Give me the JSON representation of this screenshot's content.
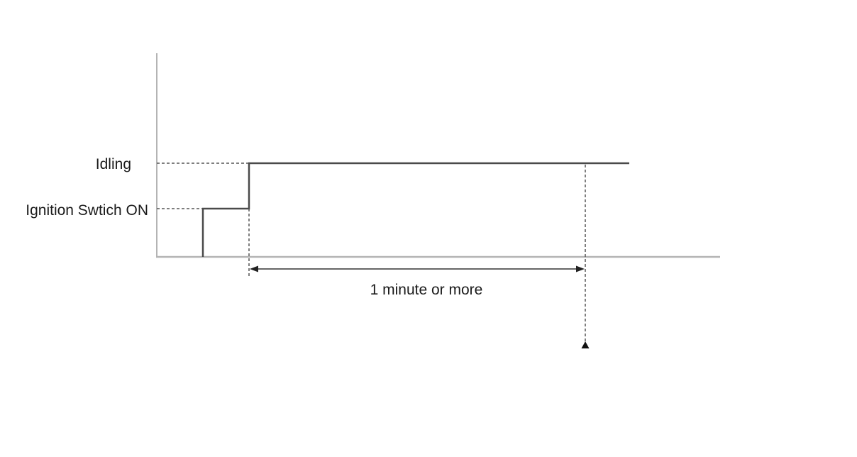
{
  "diagram": {
    "levels": {
      "idling": "Idling",
      "ignition_on": "Ignition Swtich ON"
    },
    "duration_label": "1 minute or more"
  },
  "colors": {
    "axis": "#b4b4b4",
    "signal": "#4a4a4a",
    "guide": "#555555",
    "text": "#1a1a1a"
  }
}
